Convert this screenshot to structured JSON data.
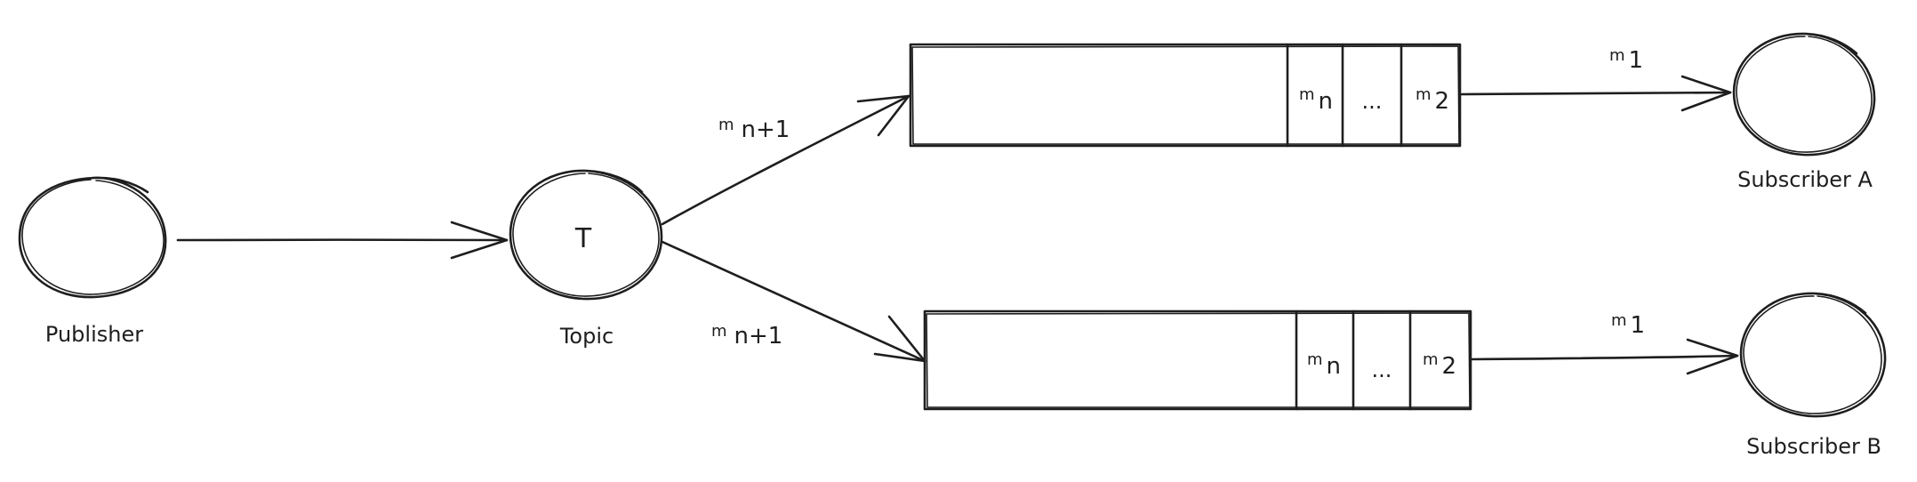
{
  "nodes": {
    "publisher": {
      "label": "Publisher"
    },
    "topic": {
      "label": "Topic",
      "symbol": "T"
    },
    "subscriber_a": {
      "label": "Subscriber A"
    },
    "subscriber_b": {
      "label": "Subscriber B"
    }
  },
  "edges": {
    "topic_to_queue_a": {
      "label_base": "m",
      "label_sub": "n+1"
    },
    "topic_to_queue_b": {
      "label_base": "m",
      "label_sub": "n+1"
    },
    "queue_a_to_sub_a": {
      "label_base": "m",
      "label_sub": "1"
    },
    "queue_b_to_sub_b": {
      "label_base": "m",
      "label_sub": "1"
    }
  },
  "queues": {
    "queue_a": {
      "cells": [
        {
          "base": "m",
          "sub": "n"
        },
        {
          "text": "..."
        },
        {
          "base": "m",
          "sub": "2"
        }
      ]
    },
    "queue_b": {
      "cells": [
        {
          "base": "m",
          "sub": "n"
        },
        {
          "text": "..."
        },
        {
          "base": "m",
          "sub": "2"
        }
      ]
    }
  },
  "colors": {
    "stroke": "#1e1e1e",
    "background": "#ffffff"
  }
}
